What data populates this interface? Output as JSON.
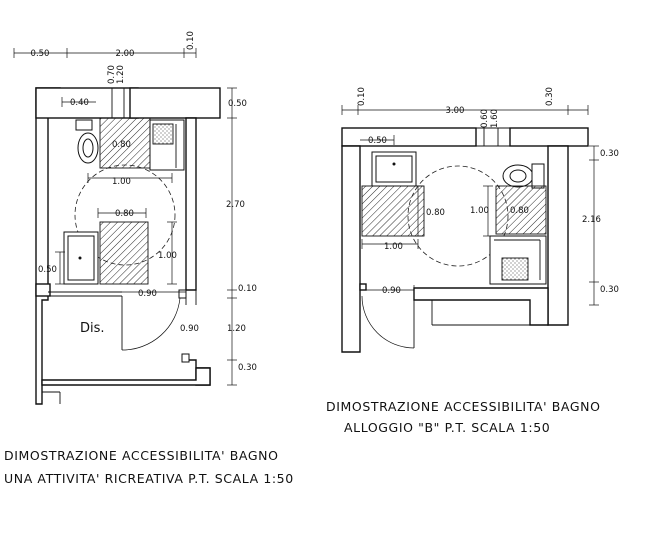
{
  "left_plan": {
    "dims": {
      "top_a": "0.50",
      "top_b": "2.00",
      "top_c": "0.10",
      "wall_a": "0.70",
      "wall_b": "1.20",
      "left_offset": "0.40",
      "right_a": "0.50",
      "right_b": "2.70",
      "right_c": "0.10",
      "right_d": "1.20",
      "right_e": "0.30",
      "wc_space": "0.80",
      "turn_width": "1.00",
      "sink_space": "0.80",
      "sink_depth": "1.00",
      "left_side": "0.50",
      "door_width": "0.90",
      "door_width_b": "0.90"
    },
    "label": "Dis.",
    "caption_line1": "DIMOSTRAZIONE ACCESSIBILITA' BAGNO",
    "caption_line2": "UNA ATTIVITA' RICREATIVA P.T. SCALA 1:50"
  },
  "right_plan": {
    "dims": {
      "top_a": "0.10",
      "top_b": "3.00",
      "top_c": "0.30",
      "wall_a": "0.60",
      "wall_b": "1.60",
      "left_offset": "0.50",
      "right_a": "0.30",
      "right_b": "2.16",
      "right_c": "0.30",
      "sink_space": "0.80",
      "turn_h": "1.00",
      "wc_space": "0.80",
      "bath_w": "1.00",
      "door_width": "0.90"
    },
    "caption_line1": "DIMOSTRAZIONE ACCESSIBILITA' BAGNO",
    "caption_line2": "ALLOGGIO \"B\" P.T. SCALA 1:50"
  }
}
